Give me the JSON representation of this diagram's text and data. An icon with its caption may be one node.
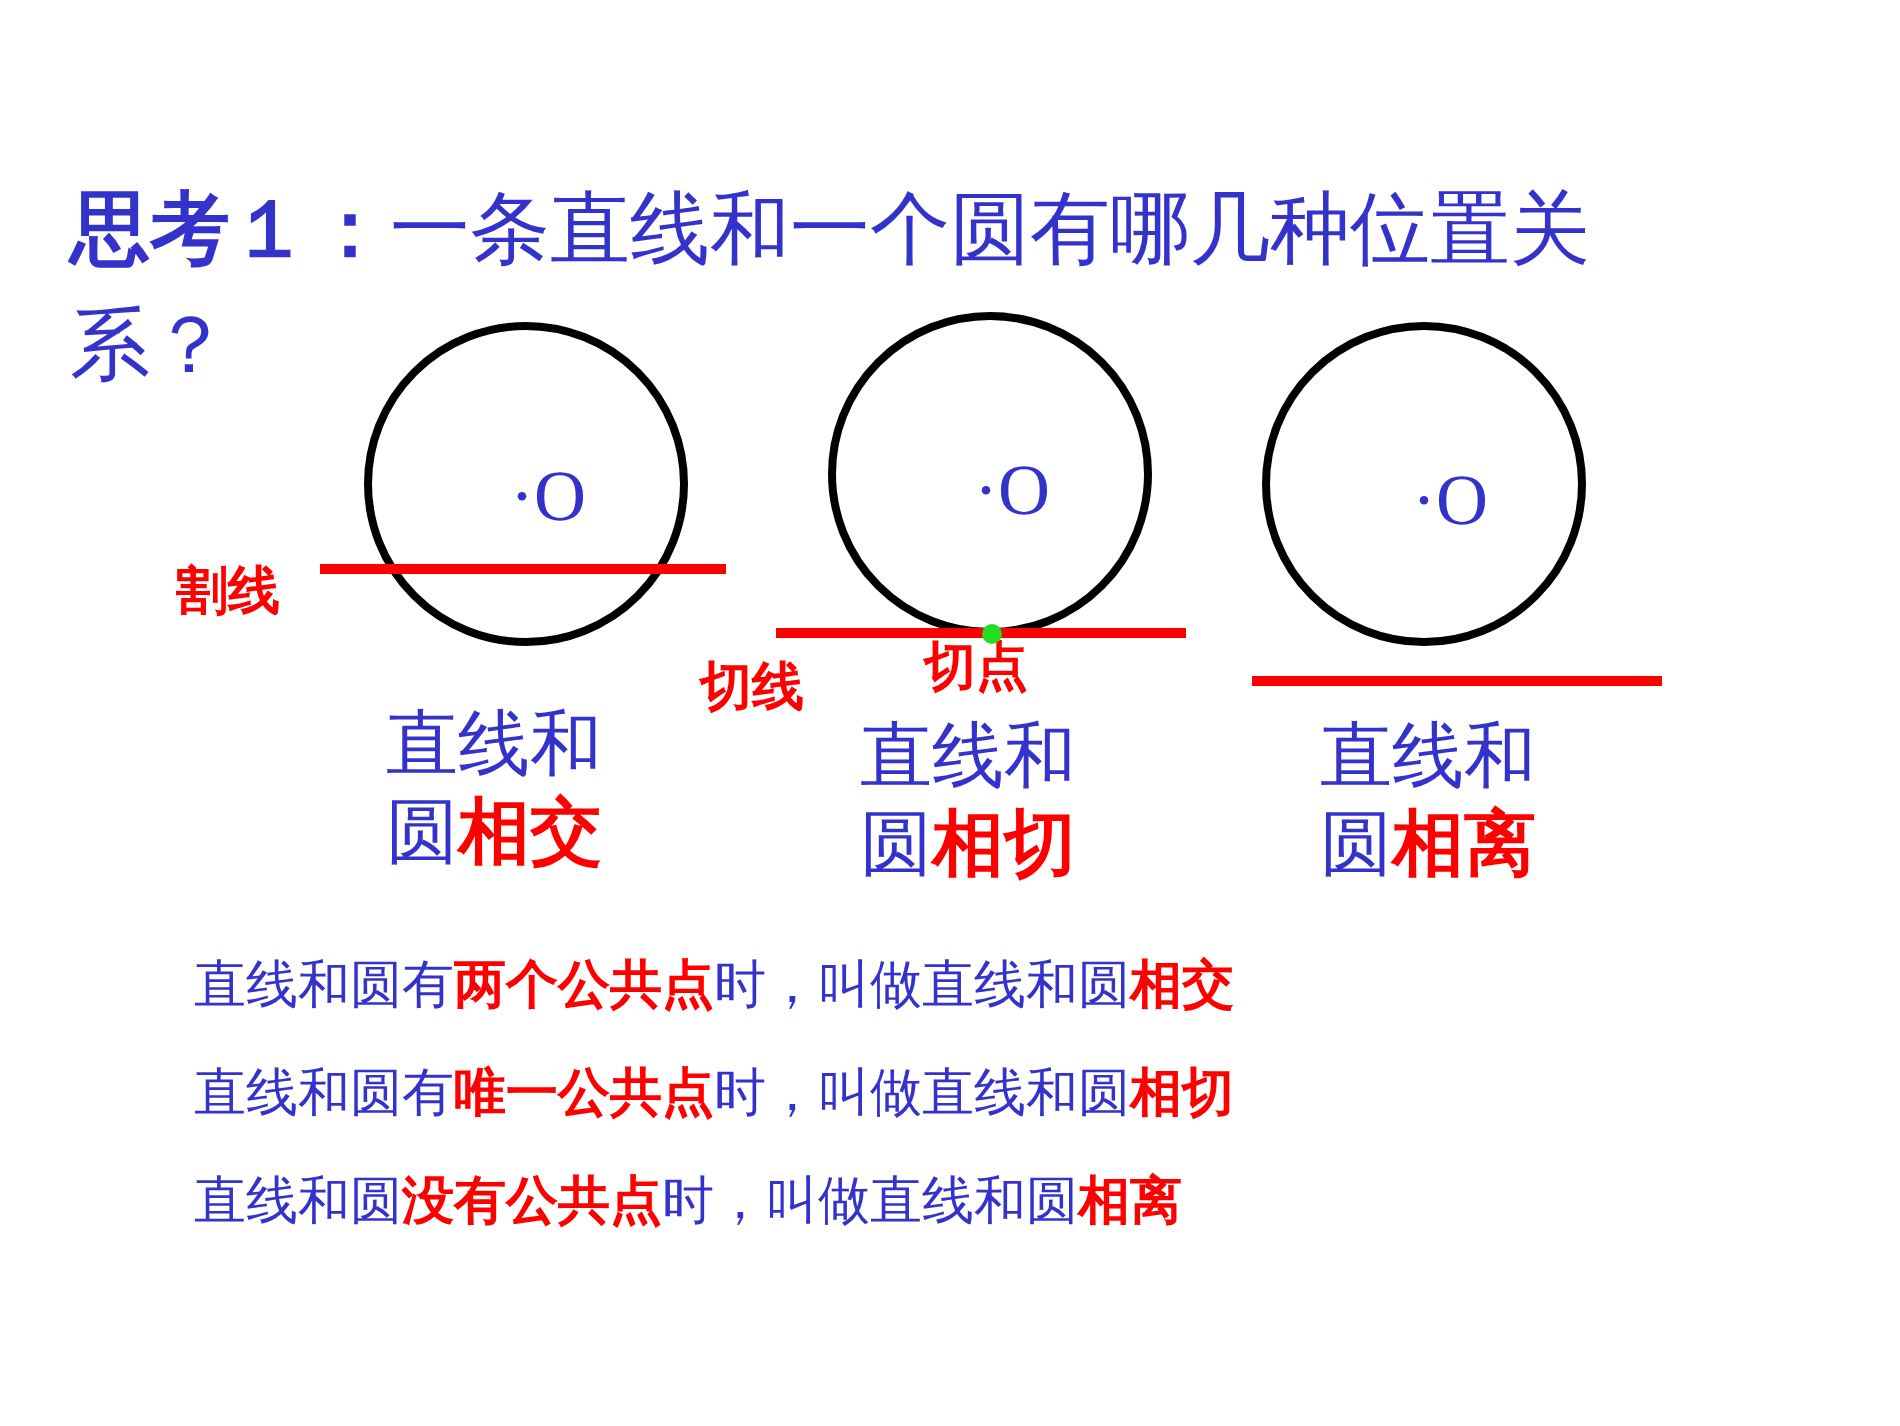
{
  "diagram": {
    "title": "**思考１：**一条直线和一个圆有哪几种位置关系？",
    "nodes": [
      {
        "text": [
          "·O"
        ]
      },
      {
        "text": [],
        "shape": "line",
        "beside": [
          "割线"
        ]
      },
      {
        "text": [
          "·O"
        ]
      },
      {
        "text": [],
        "shape": "line",
        "beside": [
          "切线"
        ]
      },
      {
        "text": [],
        "shape": "dot",
        "beside": [
          "切点"
        ]
      },
      {
        "text": [
          "·O"
        ]
      },
      {
        "text": [],
        "shape": "line"
      }
    ],
    "labels": [
      "直线和圆**相交**",
      "直线和圆**相切**",
      "直线和圆**相离**",
      "直线和圆有**两个公共点**时，叫做直线和圆**相交**",
      "直线和圆有**唯一公共点**时，叫做直线和圆**相切**",
      "直线和圆**没有公共点**时，叫做直线和圆**相离**"
    ]
  }
}
